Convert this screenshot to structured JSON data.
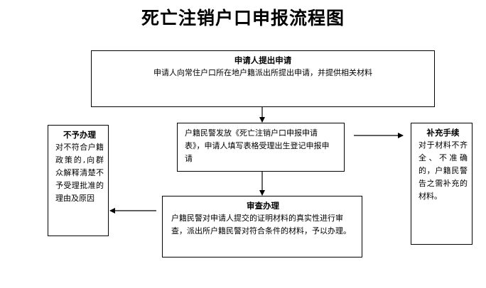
{
  "title": "死亡注销户口申报流程图",
  "steps": {
    "apply": {
      "heading": "申请人提出申请",
      "text": "申请人向常住户口所在地户籍派出所提出申请，并提供相关材料"
    },
    "form": {
      "heading": "",
      "text": "户籍民警发放《死亡注销户口申报申请表》，申请人填写表格受理出生登记申报申请"
    },
    "review": {
      "heading": "审查办理",
      "text": "户籍民警对申请人提交的证明材料的真实性进行审查，派出所户籍民警对符合条件的材料，予以办理。"
    },
    "reject": {
      "heading": "不予办理",
      "text": "对不符合户籍政策的,向群众解释清楚不予受理批准的理由及原因"
    },
    "supplement": {
      "heading": "补充手续",
      "text": "对于材料不齐全、不准确的，户籍民警告之需补充的材料。"
    }
  }
}
